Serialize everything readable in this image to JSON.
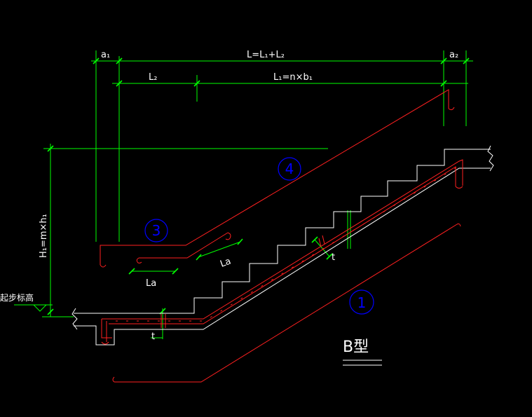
{
  "labels": {
    "total_length": "L=L₁+L₂",
    "a1": "a₁",
    "a2": "a₂",
    "l2": "L₂",
    "l1": "L₁=n×b₁",
    "height": "H₁=m×h₁",
    "la_upper": "La",
    "la_lower": "La",
    "start_elevation": "起步标高",
    "thickness_mid": "t",
    "thickness_low": "t",
    "type_title": "B型"
  },
  "callouts": [
    {
      "id": "1",
      "label": "1"
    },
    {
      "id": "3",
      "label": "3"
    },
    {
      "id": "4",
      "label": "4"
    }
  ],
  "colors": {
    "background": "#000000",
    "dimension": "#00ff00",
    "rebar": "#ff2020",
    "outline": "#ffffff",
    "callout": "#0000ff"
  }
}
